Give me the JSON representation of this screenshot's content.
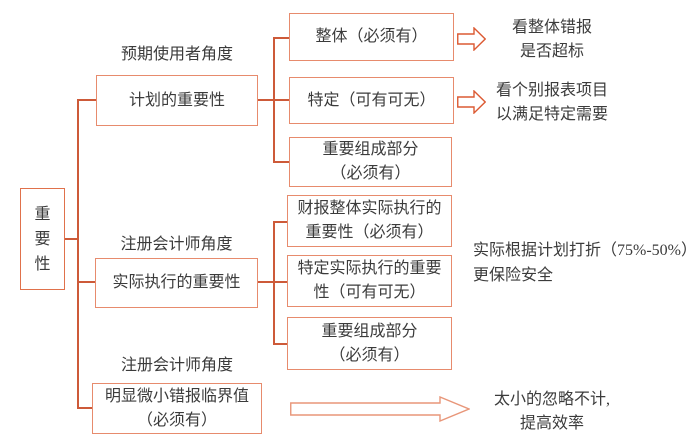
{
  "colors": {
    "box_border": "#e78b6d",
    "root_border": "#e0714b",
    "connector": "#cd5a39",
    "small_arrow": "#dc5a33",
    "long_arrow": "#e89679",
    "text": "#3b3b3b"
  },
  "root": {
    "label": "重要性",
    "chars": {
      "c1": "重",
      "c2": "要",
      "c3": "性"
    }
  },
  "branch1": {
    "angle_label": "预期使用者角度",
    "node_label": "计划的重要性",
    "child1": {
      "label": "整体（必须有）"
    },
    "child2": {
      "label": "特定（可有可无）"
    },
    "child3": {
      "line1": "重要组成部分",
      "line2": "（必须有）"
    },
    "note1": {
      "line1": "看整体错报",
      "line2": "是否超标"
    },
    "note2": {
      "line1": "看个别报表项目",
      "line2": "以满足特定需要"
    }
  },
  "branch2": {
    "angle_label": "注册会计师角度",
    "node_label": "实际执行的重要性",
    "child1": {
      "line1": "财报整体实际执行的",
      "line2": "重要性（必须有）"
    },
    "child2": {
      "line1": "特定实际执行的重要",
      "line2": "性（可有可无）"
    },
    "child3": {
      "line1": "重要组成部分",
      "line2": "（必须有）"
    },
    "note": {
      "line1": "实际根据计划打折（75%-50%）",
      "line2": "更保险安全"
    }
  },
  "branch3": {
    "angle_label": "注册会计师角度",
    "node_line1": "明显微小错报临界值",
    "node_line2": "（必须有）",
    "note": {
      "line1": "太小的忽略不计,",
      "line2": "提高效率"
    }
  }
}
